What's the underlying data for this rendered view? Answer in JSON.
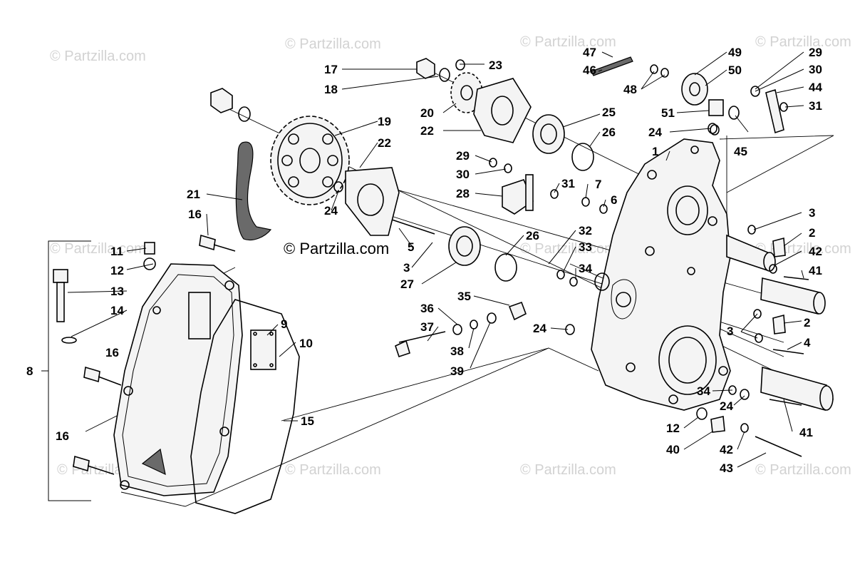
{
  "watermark": "© Partzilla.com",
  "center_watermark": "© Partzilla.com",
  "callouts": [
    {
      "id": "c1",
      "label": "1"
    },
    {
      "id": "c2a",
      "label": "2"
    },
    {
      "id": "c2b",
      "label": "2"
    },
    {
      "id": "c3a",
      "label": "3"
    },
    {
      "id": "c3b",
      "label": "3"
    },
    {
      "id": "c3c",
      "label": "3"
    },
    {
      "id": "c4",
      "label": "4"
    },
    {
      "id": "c5",
      "label": "5"
    },
    {
      "id": "c6",
      "label": "6"
    },
    {
      "id": "c7",
      "label": "7"
    },
    {
      "id": "c8",
      "label": "8"
    },
    {
      "id": "c9",
      "label": "9"
    },
    {
      "id": "c10",
      "label": "10"
    },
    {
      "id": "c11",
      "label": "11"
    },
    {
      "id": "c12a",
      "label": "12"
    },
    {
      "id": "c12b",
      "label": "12"
    },
    {
      "id": "c13",
      "label": "13"
    },
    {
      "id": "c14",
      "label": "14"
    },
    {
      "id": "c15",
      "label": "15"
    },
    {
      "id": "c16a",
      "label": "16"
    },
    {
      "id": "c16b",
      "label": "16"
    },
    {
      "id": "c16c",
      "label": "16"
    },
    {
      "id": "c17",
      "label": "17"
    },
    {
      "id": "c18",
      "label": "18"
    },
    {
      "id": "c19",
      "label": "19"
    },
    {
      "id": "c20",
      "label": "20"
    },
    {
      "id": "c21",
      "label": "21"
    },
    {
      "id": "c22a",
      "label": "22"
    },
    {
      "id": "c22b",
      "label": "22"
    },
    {
      "id": "c23",
      "label": "23"
    },
    {
      "id": "c24a",
      "label": "24"
    },
    {
      "id": "c24b",
      "label": "24"
    },
    {
      "id": "c24c",
      "label": "24"
    },
    {
      "id": "c24d",
      "label": "24"
    },
    {
      "id": "c25",
      "label": "25"
    },
    {
      "id": "c26a",
      "label": "26"
    },
    {
      "id": "c26b",
      "label": "26"
    },
    {
      "id": "c27",
      "label": "27"
    },
    {
      "id": "c28",
      "label": "28"
    },
    {
      "id": "c29a",
      "label": "29"
    },
    {
      "id": "c29b",
      "label": "29"
    },
    {
      "id": "c30a",
      "label": "30"
    },
    {
      "id": "c30b",
      "label": "30"
    },
    {
      "id": "c31a",
      "label": "31"
    },
    {
      "id": "c31b",
      "label": "31"
    },
    {
      "id": "c32",
      "label": "32"
    },
    {
      "id": "c33",
      "label": "33"
    },
    {
      "id": "c34a",
      "label": "34"
    },
    {
      "id": "c34b",
      "label": "34"
    },
    {
      "id": "c35",
      "label": "35"
    },
    {
      "id": "c36",
      "label": "36"
    },
    {
      "id": "c37",
      "label": "37"
    },
    {
      "id": "c38",
      "label": "38"
    },
    {
      "id": "c39",
      "label": "39"
    },
    {
      "id": "c40",
      "label": "40"
    },
    {
      "id": "c41a",
      "label": "41"
    },
    {
      "id": "c41b",
      "label": "41"
    },
    {
      "id": "c42a",
      "label": "42"
    },
    {
      "id": "c42b",
      "label": "42"
    },
    {
      "id": "c43",
      "label": "43"
    },
    {
      "id": "c44",
      "label": "44"
    },
    {
      "id": "c45",
      "label": "45"
    },
    {
      "id": "c46",
      "label": "46"
    },
    {
      "id": "c47",
      "label": "47"
    },
    {
      "id": "c48",
      "label": "48"
    },
    {
      "id": "c49",
      "label": "49"
    },
    {
      "id": "c50",
      "label": "50"
    },
    {
      "id": "c51",
      "label": "51"
    }
  ]
}
